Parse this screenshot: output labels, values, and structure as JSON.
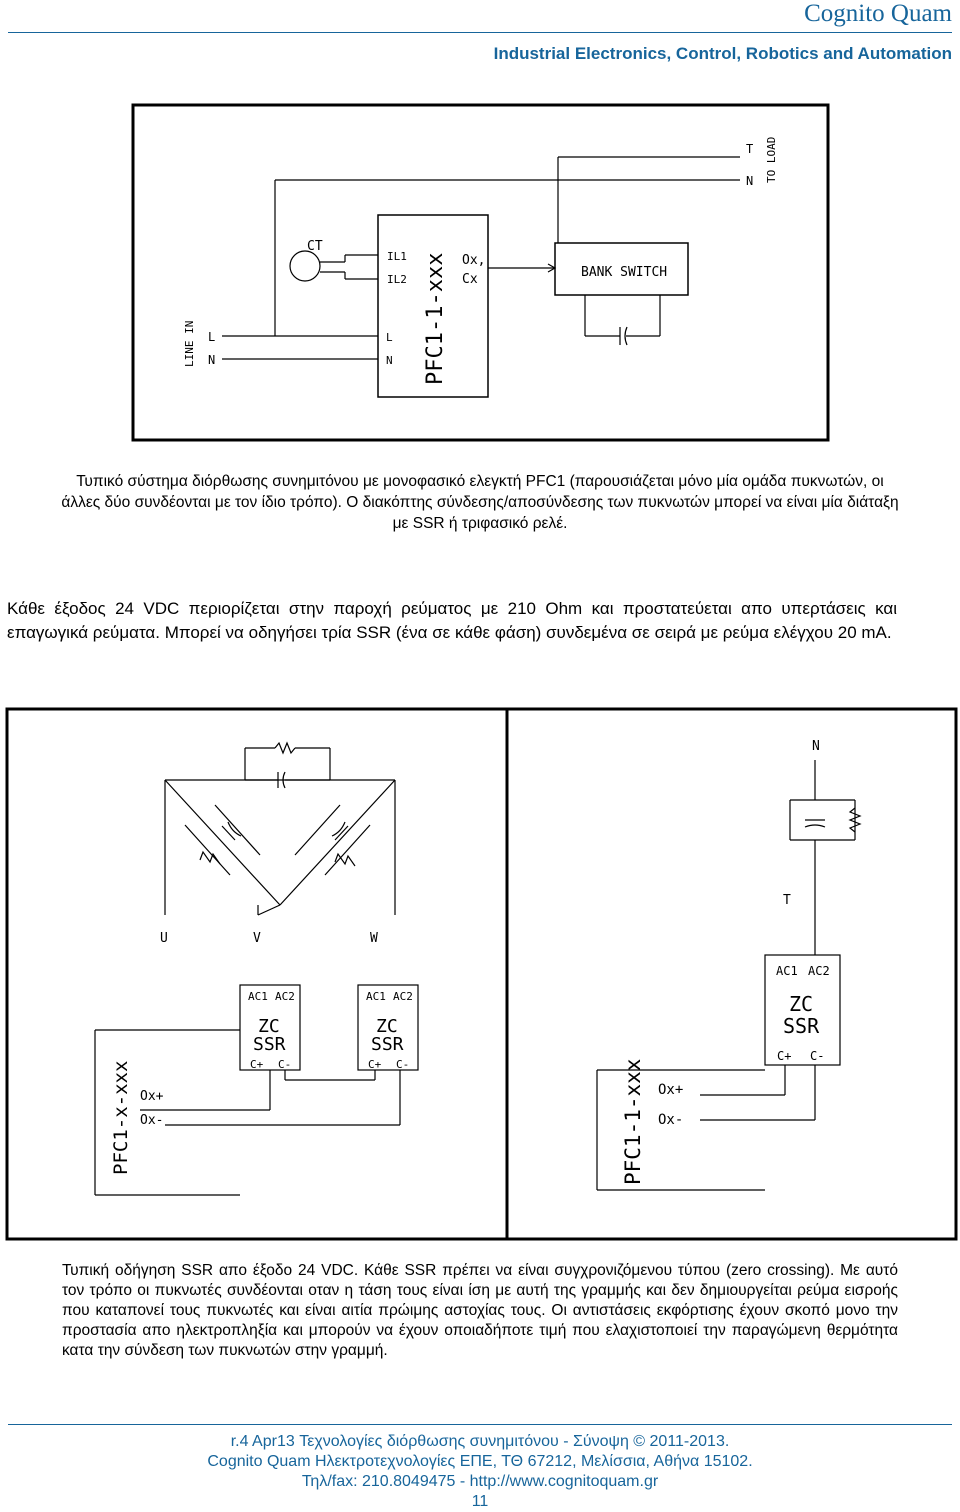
{
  "header": {
    "title": "Cognito Quam",
    "subtitle": "Industrial Electronics, Control, Robotics and Automation"
  },
  "diagram1": {
    "line_in": "LINE IN",
    "l1": "L",
    "n1": "N",
    "ct": "CT",
    "il1": "IL1",
    "il2": "IL2",
    "l2": "L",
    "n2": "N",
    "controller": "PFC1-1-xxx",
    "ox": "Ox,",
    "cx": "Cx",
    "bank_switch": "BANK SWITCH",
    "t": "T",
    "n_top": "N",
    "to_load": "TO LOAD"
  },
  "caption1": "Τυπικό σύστημα διόρθωσης συνημιτόνου με μονοφασικό ελεγκτή PFC1 (παρουσιάζεται μόνο μία ομάδα πυκνωτών, οι άλλες δύο συνδέονται με τον ίδιο τρόπο). Ο διακόπτης σύνδεσης/αποσύνδεσης των πυκνωτών μπορεί να είναι μία διάταξη με SSR ή τριφασικό ρελέ.",
  "paragraph": "Κάθε έξοδος 24 VDC περιορίζεται στην παροχή ρεύματος με 210 Ohm και προστατεύεται απο υπερτάσεις και επαγωγικά ρεύματα. Μπορεί να οδηγήσει τρία SSR (ένα σε κάθε φάση) συνδεμένα σε σειρά με ρεύμα ελέγχου 20 mA.",
  "diagram2": {
    "u": "U",
    "v": "V",
    "w": "W",
    "ac1": "AC1",
    "ac2": "AC2",
    "zc": "ZC",
    "ssr": "SSR",
    "cplus": "C+",
    "cminus": "C-",
    "controller_left": "PFC1-x-xxx",
    "oxplus": "Ox+",
    "oxminus": "Ox-",
    "n": "N",
    "t": "T",
    "controller_right": "PFC1-1-xxx"
  },
  "caption2": "Τυπική οδήγηση SSR απο έξοδο 24 VDC. Κάθε SSR πρέπει να είναι συγχρονιζόμενου τύπου (zero crossing). Με αυτό τον τρόπο οι πυκνωτές συνδέονται οταν η τάση τους είναι ίση με αυτή της γραμμής και δεν δημιουργείται ρεύμα εισροής που καταπονεί τους πυκνωτές και είναι αιτία πρώιμης αστοχίας τους. Οι αντιστάσεις εκφόρτισης έχουν σκοπό μονο την προστασία απο ηλεκτροπληξία και μπορούν να έχουν οποιαδήποτε τιμή που ελαχιστοποιεί την παραγώμενη θερμότητα κατα την σύνδεση των πυκνωτών στην γραμμή.",
  "footer": {
    "line1": "r.4 Apr13 Τεχνολογίες διόρθωσης συνημιτόνου - Σύνοψη © 2011-2013.",
    "line2": "Cognito Quam Ηλεκτροτεχνολογίες ΕΠΕ, ΤΘ 67212, Μελίσσια, Αθήνα 15102.",
    "line3": "Τηλ/fax: 210.8049475 - http://www.cognitoquam.gr",
    "page": "11"
  }
}
